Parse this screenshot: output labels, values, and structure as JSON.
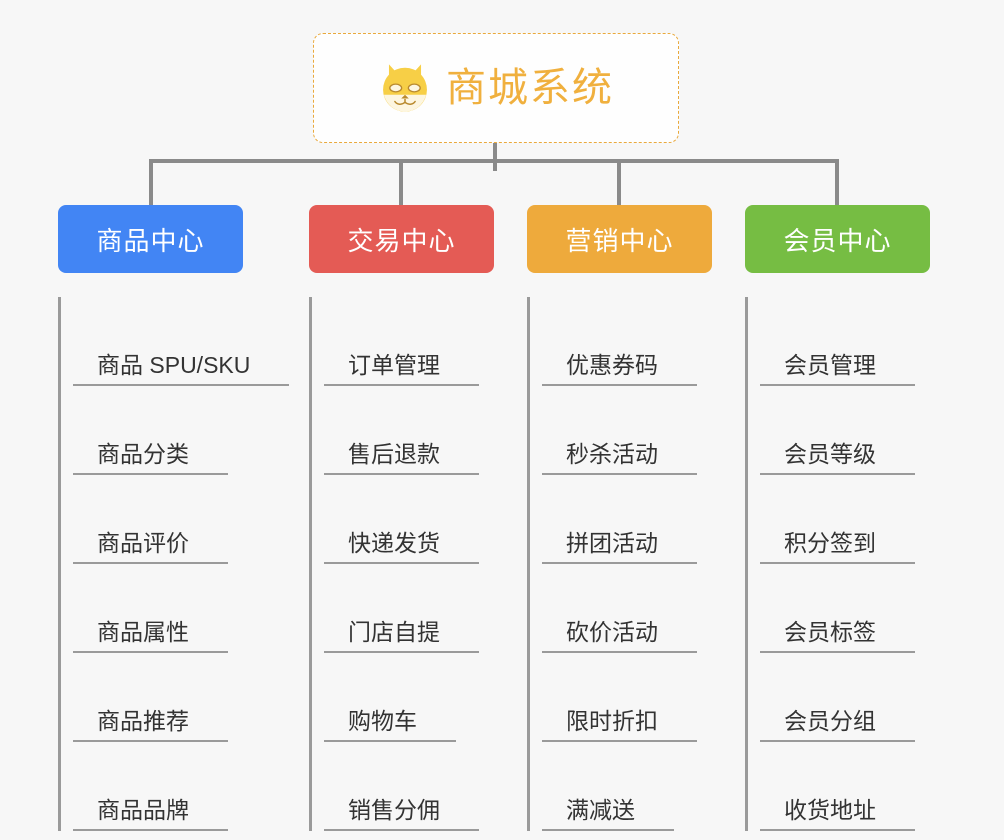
{
  "diagram": {
    "title": "商城系统",
    "root": {
      "label": "商城系统",
      "icon": "shiba-dog-icon",
      "text_color": "#f0b03e",
      "border_color": "#e9a93c",
      "background": "#fefefe"
    },
    "connector_color": "#8a8a8a",
    "page_background": "#f7f7f7",
    "leaf_rail_color": "#9a9a9a",
    "leaf_text_color": "#333333",
    "columns": [
      {
        "label": "商品中心",
        "color": "#4285f4",
        "items": [
          {
            "label": "商品 SPU/SKU"
          },
          {
            "label": "商品分类"
          },
          {
            "label": "商品评价"
          },
          {
            "label": "商品属性"
          },
          {
            "label": "商品推荐"
          },
          {
            "label": "商品品牌"
          }
        ]
      },
      {
        "label": "交易中心",
        "color": "#e45b55",
        "items": [
          {
            "label": "订单管理"
          },
          {
            "label": "售后退款"
          },
          {
            "label": "快递发货"
          },
          {
            "label": "门店自提"
          },
          {
            "label": "购物车"
          },
          {
            "label": "销售分佣"
          }
        ]
      },
      {
        "label": "营销中心",
        "color": "#eeaa3c",
        "items": [
          {
            "label": "优惠券码"
          },
          {
            "label": "秒杀活动"
          },
          {
            "label": "拼团活动"
          },
          {
            "label": "砍价活动"
          },
          {
            "label": "限时折扣"
          },
          {
            "label": "满减送"
          }
        ]
      },
      {
        "label": "会员中心",
        "color": "#76bd43",
        "items": [
          {
            "label": "会员管理"
          },
          {
            "label": "会员等级"
          },
          {
            "label": "积分签到"
          },
          {
            "label": "会员标签"
          },
          {
            "label": "会员分组"
          },
          {
            "label": "收货地址"
          }
        ]
      }
    ]
  }
}
